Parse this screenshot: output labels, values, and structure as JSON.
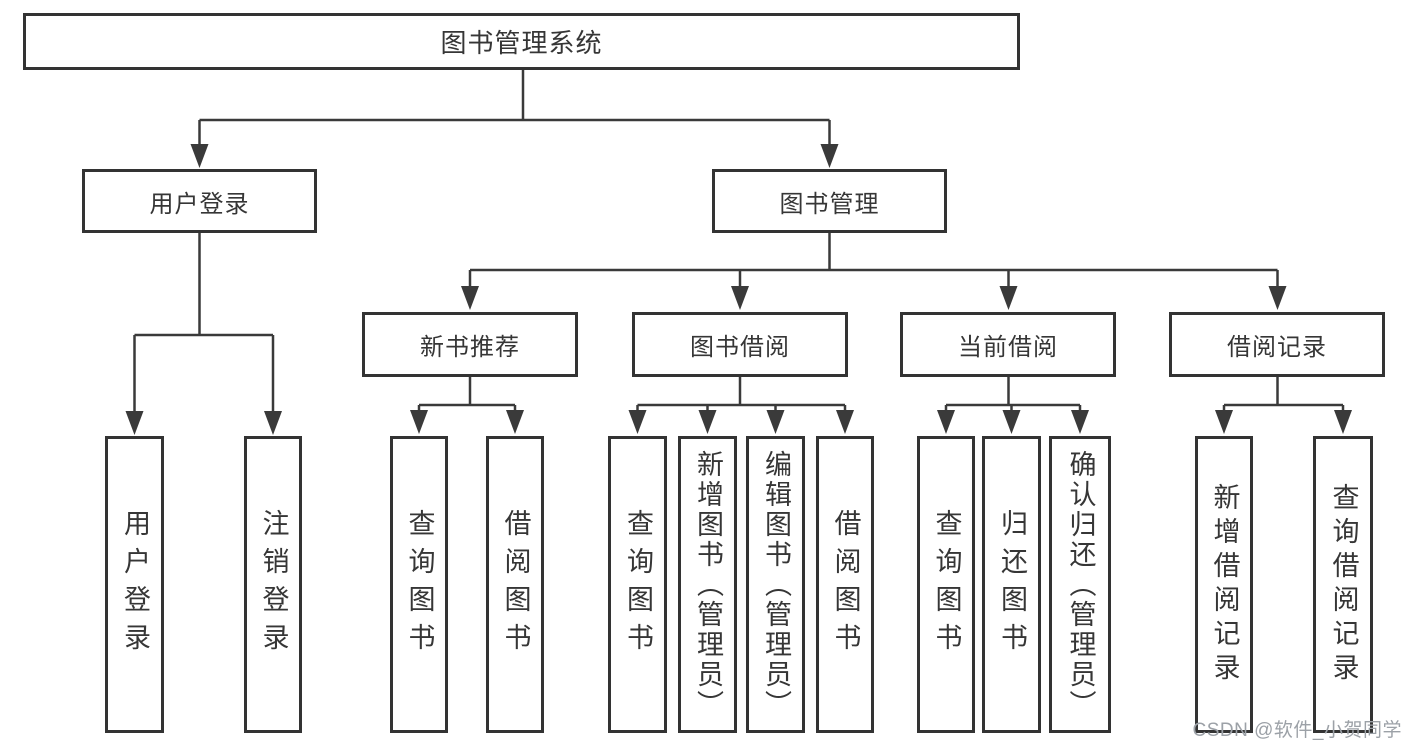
{
  "nodes": {
    "root": "图书管理系统",
    "level2": [
      "用户登录",
      "图书管理"
    ],
    "level3": [
      "新书推荐",
      "图书借阅",
      "当前借阅",
      "借阅记录"
    ],
    "login_children": [
      "用户登录",
      "注销登录"
    ],
    "newbook_children": [
      "查询图书",
      "借阅图书"
    ],
    "borrow_children": [
      "查询图书",
      "新增图书（管理员）",
      "编辑图书（管理员）",
      "借阅图书"
    ],
    "current_children": [
      "查询图书",
      "归还图书",
      "确认归还（管理员）"
    ],
    "records_children": [
      "新增借阅记录",
      "查询借阅记录"
    ]
  },
  "colors": {
    "line": "#3a3a3a",
    "border": "#333333",
    "text": "#363636",
    "watermark": "#9ca1a7",
    "background": "#ffffff"
  },
  "watermark": "CSDN @软件_小贺同学"
}
